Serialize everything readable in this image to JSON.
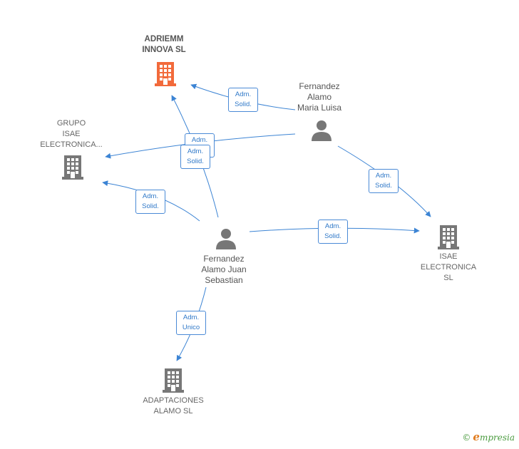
{
  "colors": {
    "edge": "#3c84d4",
    "company_main": "#f26a3b",
    "company": "#777777",
    "person": "#777777"
  },
  "nodes": {
    "adriemm": {
      "label": "ADRIEMM\nINNOVA  SL",
      "icon": "building-icon"
    },
    "grupo": {
      "label": "GRUPO\nISAE\nELECTRONICA...",
      "icon": "building-icon"
    },
    "isae": {
      "label": "ISAE\nELECTRONICA\nSL",
      "icon": "building-icon"
    },
    "adaptaciones": {
      "label": "ADAPTACIONES\nALAMO  SL",
      "icon": "building-icon"
    },
    "maria": {
      "label": "Fernandez\nAlamo\nMaria Luisa",
      "icon": "person-icon"
    },
    "juan": {
      "label": "Fernandez\nAlamo Juan\nSebastian",
      "icon": "person-icon"
    }
  },
  "edges": [
    {
      "id": "maria-adriemm",
      "label": "Adm.\nSolid."
    },
    {
      "id": "maria-grupo",
      "label": "Adm.\nSolid."
    },
    {
      "id": "juan-adriemm",
      "label": "Adm.\nSolid."
    },
    {
      "id": "juan-grupo",
      "label": "Adm.\nSolid."
    },
    {
      "id": "maria-isae",
      "label": "Adm.\nSolid."
    },
    {
      "id": "juan-isae",
      "label": "Adm.\nSolid."
    },
    {
      "id": "juan-adaptaciones",
      "label": "Adm.\nUnico"
    }
  ],
  "watermark": {
    "copyright": "©",
    "brand_initial": "e",
    "brand_rest": "mpresia"
  }
}
